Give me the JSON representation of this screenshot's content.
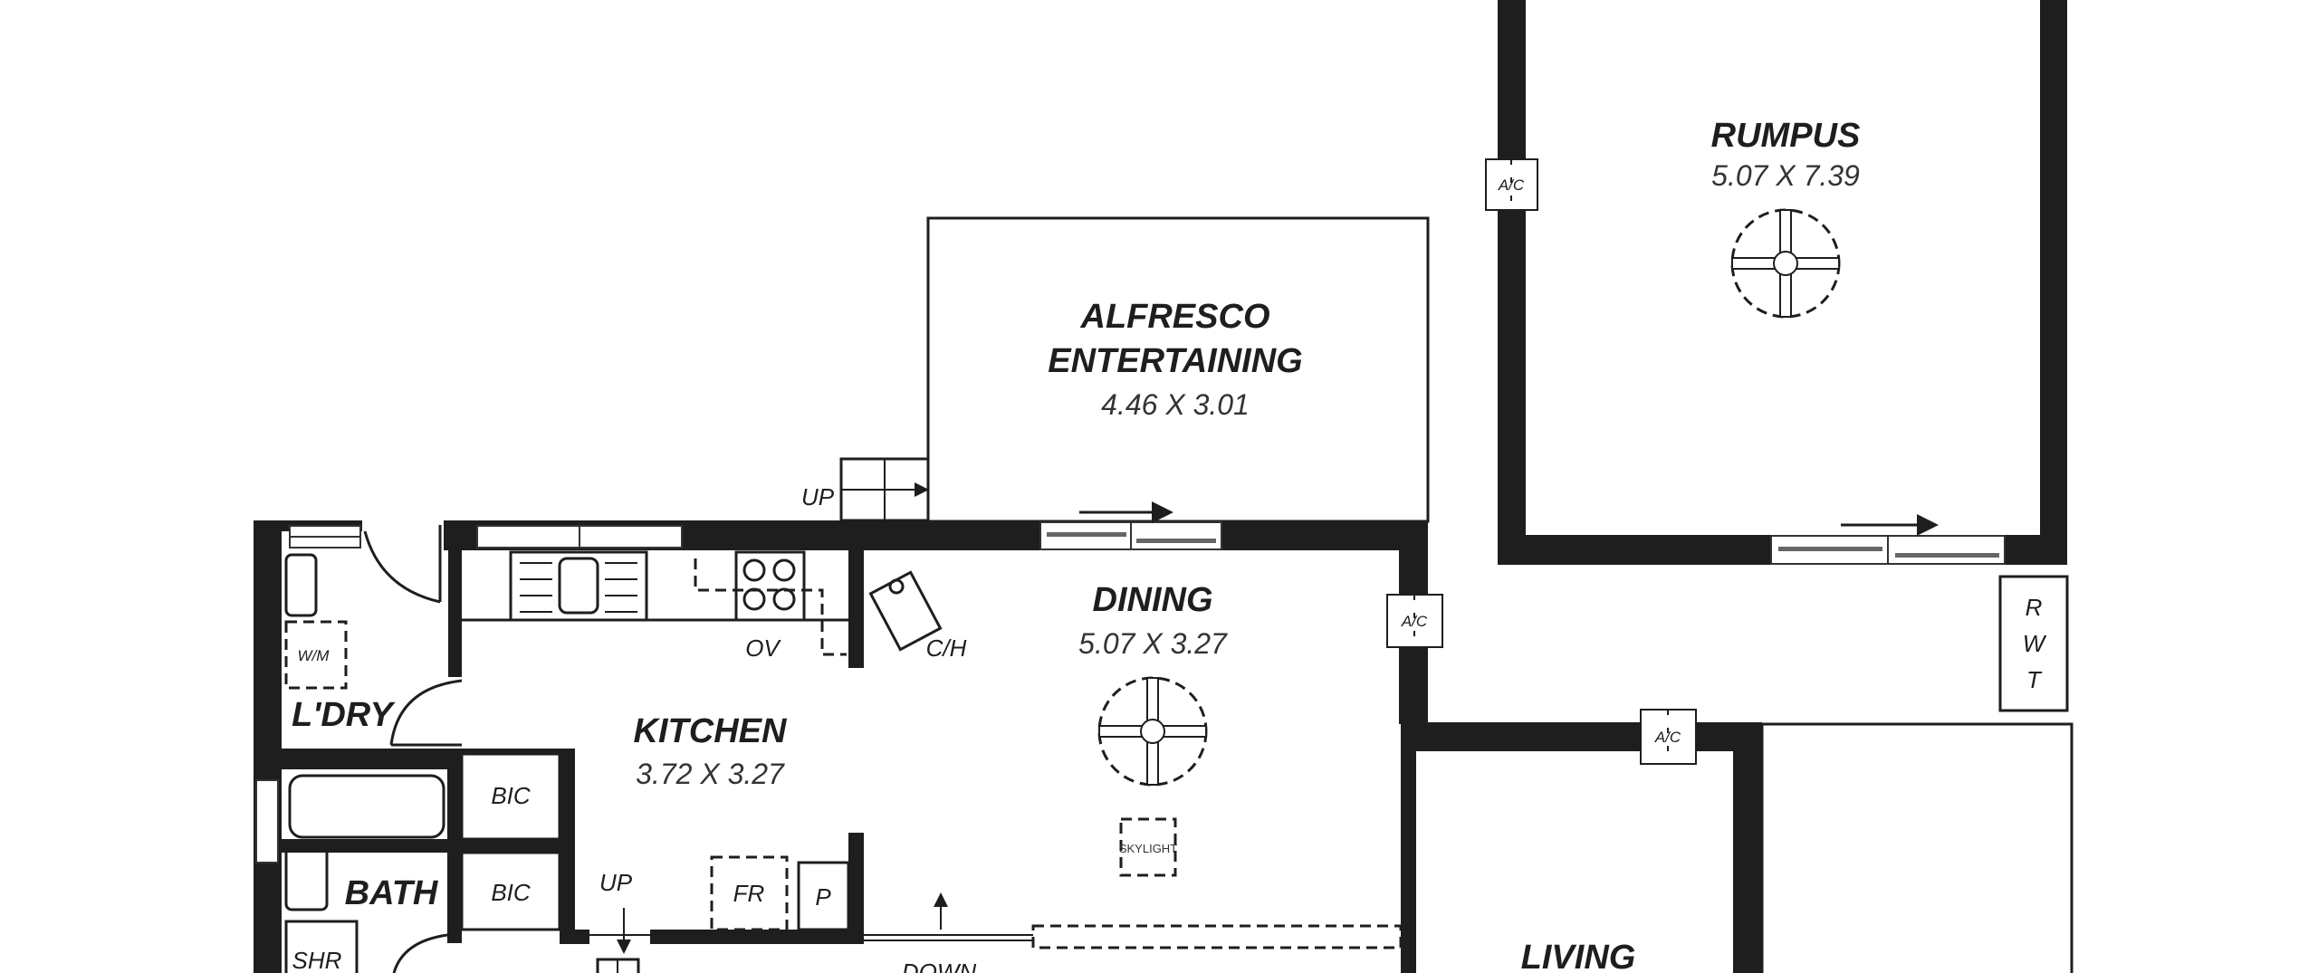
{
  "rooms": {
    "rumpus": {
      "name": "RUMPUS",
      "dims": "5.07 X 7.39"
    },
    "alfresco": {
      "name_line1": "ALFRESCO",
      "name_line2": "ENTERTAINING",
      "dims": "4.46 X 3.01"
    },
    "dining": {
      "name": "DINING",
      "dims": "5.07 X 3.27"
    },
    "kitchen": {
      "name": "KITCHEN",
      "dims": "3.72 X 3.27"
    },
    "laundry": {
      "name": "L'DRY"
    },
    "bath": {
      "name": "BATH"
    },
    "living": {
      "name": "LIVING"
    }
  },
  "fixtures": {
    "ac": "A/C",
    "rwt": [
      "R",
      "W",
      "T"
    ],
    "up": "UP",
    "down": "DOWN",
    "oven": "OV",
    "central_heating": "C/H",
    "washing_machine": "W/M",
    "built_in_cupboard": "BIC",
    "fridge": "FR",
    "pantry": "P",
    "shower": "SHR",
    "skylight": "SKYLIGHT"
  }
}
